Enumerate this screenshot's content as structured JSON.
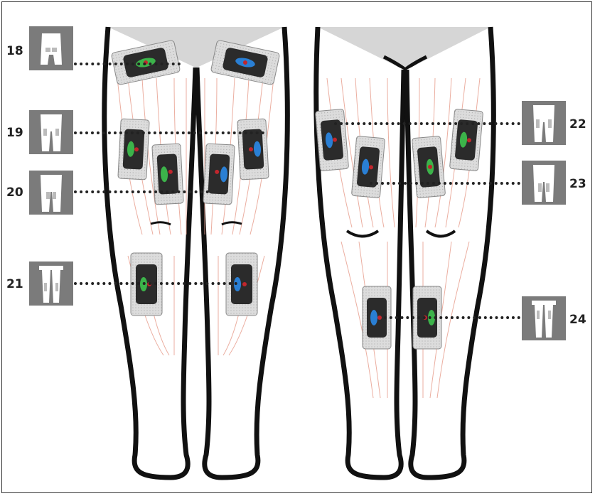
{
  "placements": [
    {
      "id": "18",
      "label": "18",
      "icon": "torso-buttocks-icon",
      "side": "left"
    },
    {
      "id": "19",
      "label": "19",
      "icon": "body-front-upper-thigh-icon",
      "side": "left"
    },
    {
      "id": "20",
      "label": "20",
      "icon": "body-front-mid-thigh-icon",
      "side": "left"
    },
    {
      "id": "21",
      "label": "21",
      "icon": "lower-leg-icon",
      "side": "left"
    },
    {
      "id": "22",
      "label": "22",
      "icon": "body-back-upper-thigh-icon",
      "side": "right"
    },
    {
      "id": "23",
      "label": "23",
      "icon": "body-back-mid-thigh-icon",
      "side": "right"
    },
    {
      "id": "24",
      "label": "24",
      "icon": "lower-leg-back-icon",
      "side": "right"
    }
  ],
  "colors": {
    "tile": "#7b7b7b",
    "muscle_lines": "#e8a090",
    "pad": "#d9d9d9",
    "pad_core": "#2b2b2b",
    "electrode_green": "#3cb34a",
    "electrode_blue": "#2a7fd4",
    "electrode_red": "#c0262d",
    "briefs": "#d6d6d6"
  }
}
